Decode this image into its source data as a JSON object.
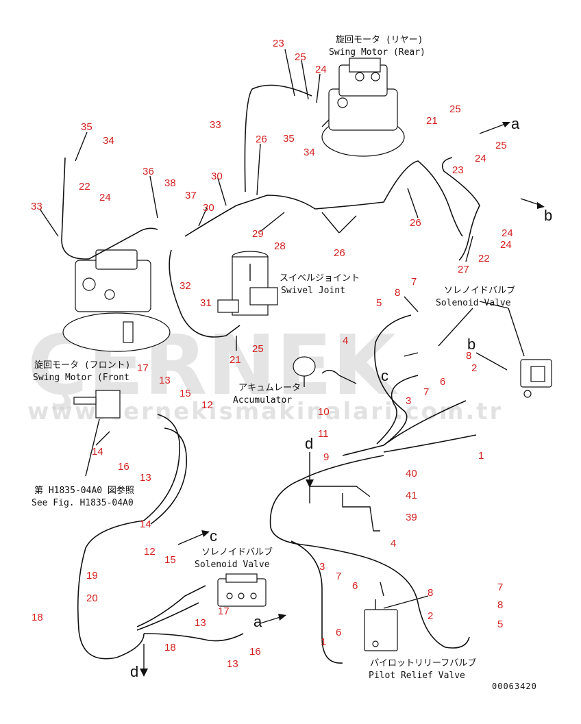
{
  "watermark": {
    "brand": "ÇERNEK",
    "url": "www.cernekismakinalari.com.tr"
  },
  "drawing_code": "00063420",
  "components": {
    "swing_motor_rear_jp": "旋回モータ (リヤー)",
    "swing_motor_rear_en": "Swing Motor (Rear)",
    "swing_motor_front_jp": "旋回モータ (フロント)",
    "swing_motor_front_en": "Swing Motor (Front",
    "swivel_joint_jp": "スイベルジョイント",
    "swivel_joint_en": "Swivel Joint",
    "solenoid_valve_jp": "ソレノイドバルブ",
    "solenoid_valve_en": "Solenoid Valve",
    "solenoid_valve2_jp": "ソレノイドバルブ",
    "solenoid_valve2_en": "Solenoid Valve",
    "accumulator_jp": "アキュムレータ",
    "accumulator_en": "Accumulator",
    "see_fig_jp": "第 H1835-04A0 図参照",
    "see_fig_en": "See Fig. H1835-04A0",
    "pilot_relief_jp": "パイロットリリーフバルブ",
    "pilot_relief_en": "Pilot Relief Valve"
  },
  "part_numbers": [
    "23",
    "25",
    "24",
    "35",
    "34",
    "22",
    "33",
    "24",
    "36",
    "38",
    "37",
    "30",
    "30",
    "33",
    "26",
    "35",
    "34",
    "29",
    "28",
    "26",
    "26",
    "32",
    "31",
    "25",
    "21",
    "21",
    "25",
    "23",
    "24",
    "25",
    "24",
    "27",
    "22",
    "24",
    "8",
    "7",
    "5",
    "4",
    "2",
    "3",
    "7",
    "6",
    "8",
    "17",
    "13",
    "15",
    "12",
    "14",
    "16",
    "13",
    "10",
    "11",
    "9",
    "40",
    "41",
    "39",
    "14",
    "12",
    "15",
    "13",
    "17",
    "16",
    "13",
    "19",
    "20",
    "18",
    "18",
    "4",
    "3",
    "7",
    "6",
    "6",
    "1",
    "8",
    "7",
    "8",
    "2",
    "5",
    "1"
  ],
  "direction_letters": [
    "a",
    "b",
    "c",
    "d",
    "b",
    "c",
    "d",
    "a",
    "d"
  ]
}
